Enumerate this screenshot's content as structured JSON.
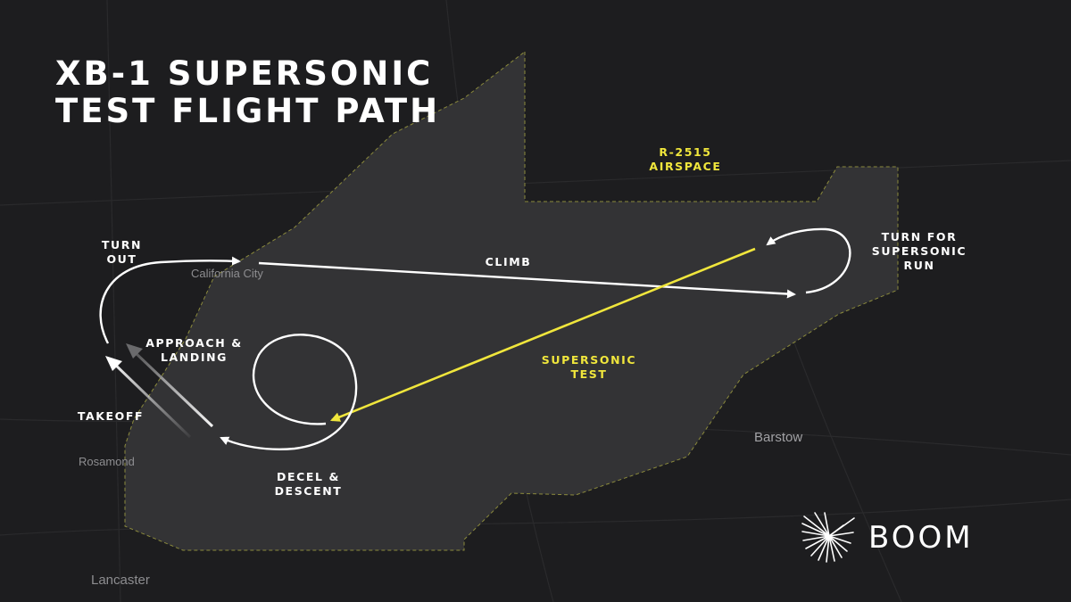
{
  "title": {
    "line1": "XB-1 SUPERSONIC",
    "line2": "TEST FLIGHT PATH"
  },
  "airspace": {
    "name_line1": "R-2515",
    "name_line2": "AIRSPACE"
  },
  "zone": {
    "line1": "SUPERSONIC",
    "line2": "TEST"
  },
  "flight_legs": {
    "takeoff": "TAKEOFF",
    "turn_out": {
      "line1": "TURN",
      "line2": "OUT"
    },
    "climb": "CLIMB",
    "turn_supersonic": {
      "line1": "TURN FOR",
      "line2": "SUPERSONIC",
      "line3": "RUN"
    },
    "decel": {
      "line1": "DECEL &",
      "line2": "DESCENT"
    },
    "approach": {
      "line1": "APPROACH &",
      "line2": "LANDING"
    }
  },
  "towns": {
    "california_city": "California City",
    "rosamond": "Rosamond",
    "lancaster": "Lancaster",
    "barstow": "Barstow"
  },
  "brand": {
    "name": "BOOM",
    "logo_icon": "boom-starburst-icon"
  },
  "colors": {
    "background": "#1d1d1f",
    "airspace_fill": "#333335",
    "airspace_border": "#8b8a3c",
    "flight_path": "#ffffff",
    "supersonic_path": "#f0e63c",
    "label_yellow": "#f0e63c"
  }
}
